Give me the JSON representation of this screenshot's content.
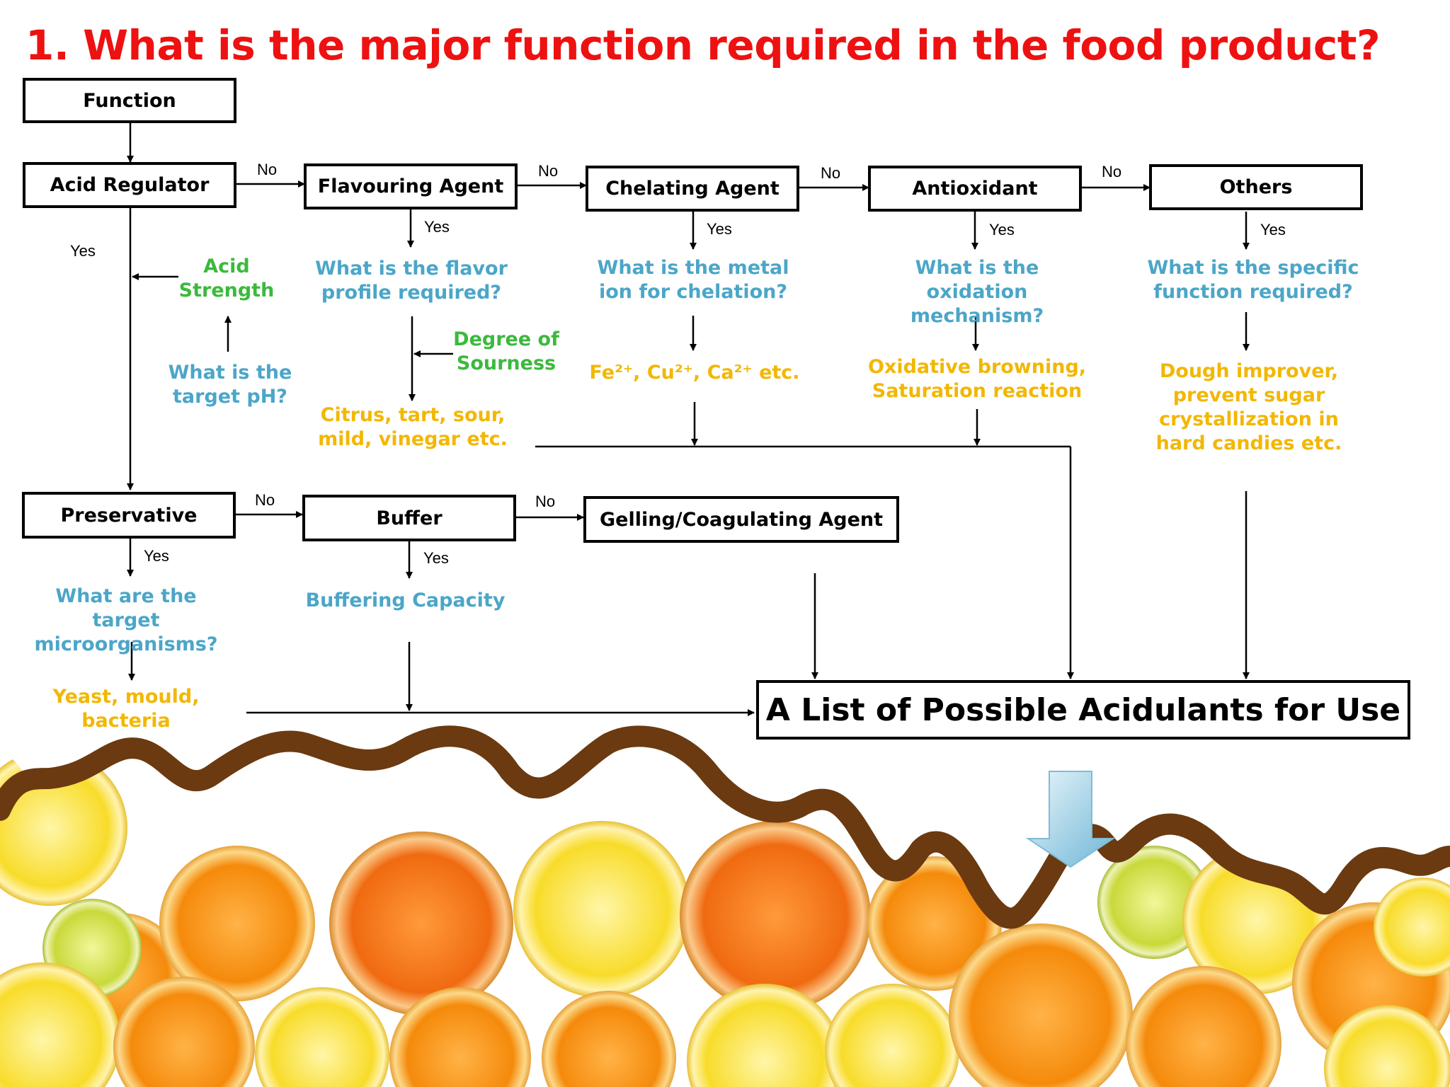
{
  "title": "1. What is the major function required in the food product?",
  "boxes": {
    "function": "Function",
    "acid_regulator": "Acid Regulator",
    "flavouring_agent": "Flavouring Agent",
    "chelating_agent": "Chelating Agent",
    "antioxidant": "Antioxidant",
    "others": "Others",
    "preservative": "Preservative",
    "buffer": "Buffer",
    "gelling_agent": "Gelling/Coagulating Agent",
    "final": "A List of Possible Acidulants for Use"
  },
  "labels": {
    "yes": "Yes",
    "no": "No"
  },
  "acid_regulator": {
    "factor": "Acid\nStrength",
    "question": "What is the\ntarget pH?"
  },
  "flavouring": {
    "question": "What is the flavor\nprofile required?",
    "factor": "Degree of\nSourness",
    "answer": "Citrus, tart, sour,\nmild, vinegar etc."
  },
  "chelating": {
    "question": "What is the metal\nion for chelation?",
    "answer": "Fe²⁺, Cu²⁺, Ca²⁺ etc."
  },
  "antioxidant": {
    "question": "What is the oxidation\nmechanism?",
    "answer": "Oxidative browning,\nSaturation reaction"
  },
  "others": {
    "question": "What is the specific\nfunction required?",
    "answer": "Dough improver,\nprevent sugar\ncrystallization in\nhard candies etc."
  },
  "preservative": {
    "question": "What are the target\nmicroorganisms?",
    "answer": "Yeast, mould,\nbacteria"
  },
  "buffer": {
    "factor": "Buffering Capacity"
  },
  "colors": {
    "title": "#ee1111",
    "question": "#4ba6c8",
    "factor": "#3cb93c",
    "answer": "#f2b705",
    "border": "#6b3a10"
  },
  "decoration": {
    "image": "citrus slices with brown wavy border",
    "arrow_icon": "down-arrow-icon"
  }
}
